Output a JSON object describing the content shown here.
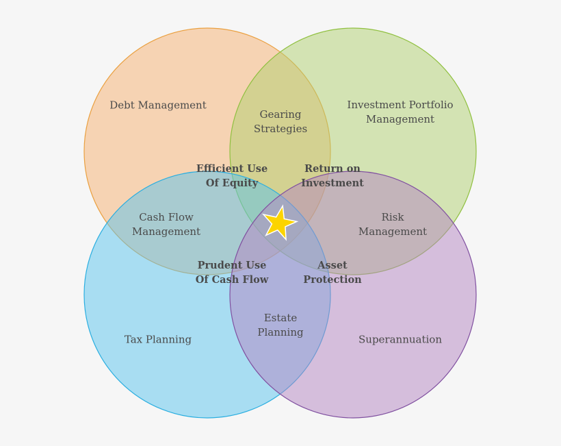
{
  "circles": [
    {
      "id": "debt",
      "label": "Debt Management",
      "fill": "#f5b070",
      "stroke": "#eaa040"
    },
    {
      "id": "invest",
      "label": "Investment Portfolio\nManagement",
      "fill": "#b0d070",
      "stroke": "#90c040"
    },
    {
      "id": "tax",
      "label": "Tax Planning",
      "fill": "#5ac4ee",
      "stroke": "#2aaee0"
    },
    {
      "id": "super",
      "label": "Superannuation",
      "fill": "#b486c2",
      "stroke": "#8050a0"
    }
  ],
  "overlaps": {
    "gearing": "Gearing\nStrategies",
    "cashflow": "Cash Flow\nManagement",
    "risk": "Risk\nManagement",
    "estate": "Estate\nPlanning",
    "equity": "Efficient Use\nOf Equity",
    "roi": "Return on\nInvestment",
    "prudent": "Prudent Use\nOf Cash Flow",
    "asset": "Asset\nProtection"
  },
  "star_color": "#fcd400"
}
